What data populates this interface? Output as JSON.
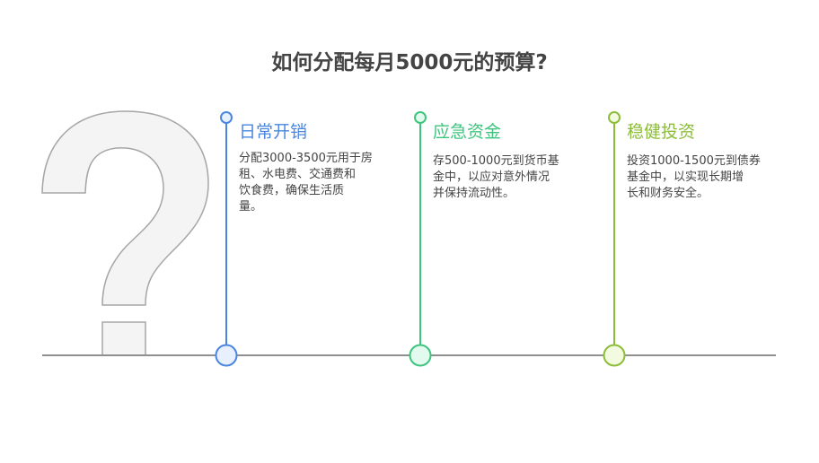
{
  "title": "如何分配每月5000元的预算?",
  "icon": "question-mark-icon",
  "colors": {
    "baseline": "#8f8f8f",
    "question_fill": "#f4f4f4",
    "question_stroke": "#a6a6a6"
  },
  "items": [
    {
      "heading": "日常开销",
      "lines": [
        "分配3000-3500元用于房",
        "租、水电费、交通费和",
        "饮食费，确保生活质",
        "量。"
      ],
      "color": "#4a86e0",
      "fill": "#e8f0fd"
    },
    {
      "heading": "应急资金",
      "lines": [
        "存500-1000元到货币基",
        "金中，以应对意外情况",
        "并保持流动性。"
      ],
      "color": "#3fc47e",
      "fill": "#e2fbee"
    },
    {
      "heading": "稳健投资",
      "lines": [
        "投资1000-1500元到债券",
        "基金中，以实现长期增",
        "长和财务安全。"
      ],
      "color": "#8cbd3a",
      "fill": "#f2fbdf"
    }
  ]
}
